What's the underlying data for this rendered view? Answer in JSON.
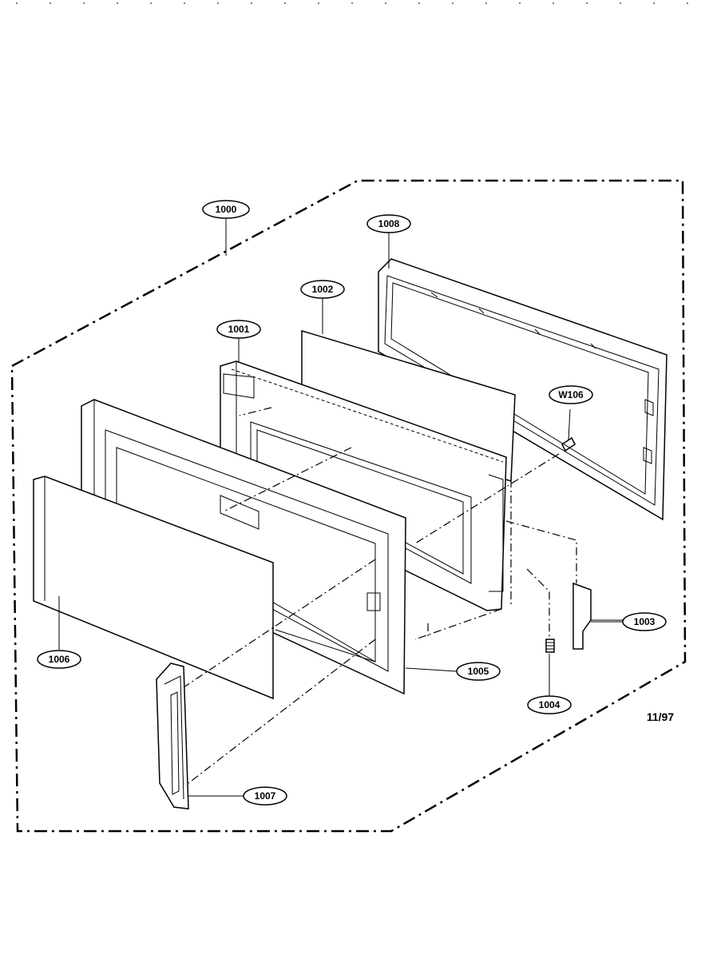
{
  "diagram": {
    "date_code": "11/97",
    "parts": [
      {
        "id": "door_assembly",
        "label": "1000"
      },
      {
        "id": "rear_frame",
        "label": "1008"
      },
      {
        "id": "screen_plate",
        "label": "1002"
      },
      {
        "id": "inner_door",
        "label": "1001"
      },
      {
        "id": "screw",
        "label": "W106"
      },
      {
        "id": "door_frame",
        "label": "1005"
      },
      {
        "id": "front_glass",
        "label": "1006"
      },
      {
        "id": "latch_hook",
        "label": "1003"
      },
      {
        "id": "spring",
        "label": "1004"
      },
      {
        "id": "handle",
        "label": "1007"
      }
    ]
  }
}
